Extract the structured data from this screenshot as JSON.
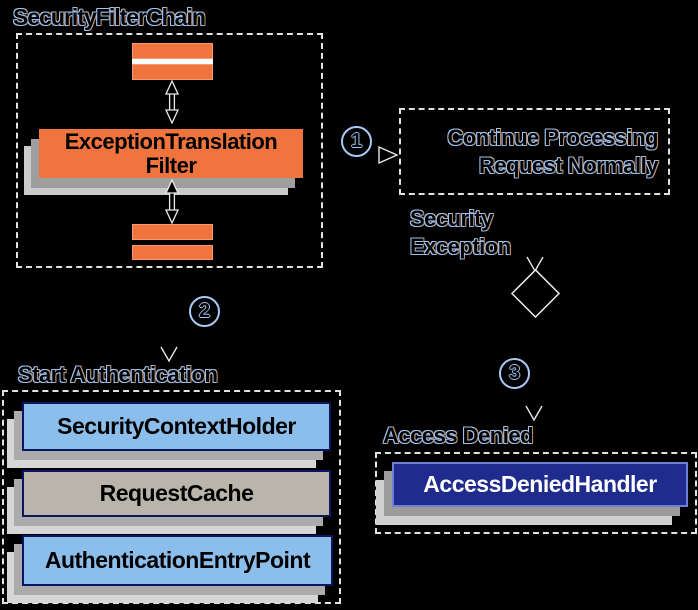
{
  "colors": {
    "background": "#000000",
    "filter_orange": "#F0743E",
    "light_blue_box": "#8CBEEC",
    "gray_box": "#B9B5AB",
    "navy_box": "#1F2C8E",
    "navy_box_border": "#6B80D6",
    "dark_border": "#0D1560",
    "shadow_dark": "#9E9E9E",
    "shadow_light": "#CFCFCF",
    "dashed_border": "#E2E2E2",
    "outline_glow": "#9FC2F0",
    "line_stroke": "#E8E8E8"
  },
  "security_filter_chain": {
    "title": "SecurityFilterChain",
    "filter_line1": "ExceptionTranslation",
    "filter_line2": "Filter"
  },
  "steps": {
    "one": "1",
    "two": "2",
    "three": "3"
  },
  "continue_processing": {
    "line1": "Continue Processing",
    "line2": "Request Normally"
  },
  "security_exception": {
    "line1": "Security",
    "line2": "Exception"
  },
  "start_authentication": {
    "title": "Start Authentication",
    "items": [
      "SecurityContextHolder",
      "RequestCache",
      "AuthenticationEntryPoint"
    ]
  },
  "access_denied": {
    "title": "Access Denied",
    "handler": "AccessDeniedHandler"
  }
}
